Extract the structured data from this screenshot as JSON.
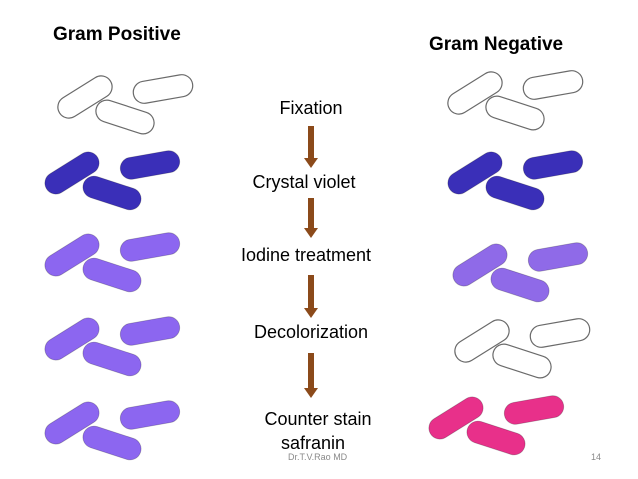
{
  "headings": {
    "gram_positive": "Gram Positive",
    "gram_negative": "Gram Negative"
  },
  "steps": [
    {
      "label": "Fixation",
      "positive_color": "#ffffff",
      "negative_color": "#ffffff"
    },
    {
      "label": "Crystal violet",
      "positive_color": "#3a2fb8",
      "negative_color": "#3a2fb8"
    },
    {
      "label": "Iodine treatment",
      "positive_color": "#8c66f0",
      "negative_color": "#8f6ae8"
    },
    {
      "label": "Decolorization",
      "positive_color": "#8c66f0",
      "negative_color": "#ffffff"
    },
    {
      "label": "Counter stain",
      "label_line2": "safranin",
      "positive_color": "#8c66f0",
      "negative_color": "#e8308a"
    }
  ],
  "footer": {
    "author": "Dr.T.V.Rao MD",
    "page_number": "14"
  },
  "colors": {
    "arrow": "#8b4a1a",
    "outline": "#6a6a6a"
  }
}
